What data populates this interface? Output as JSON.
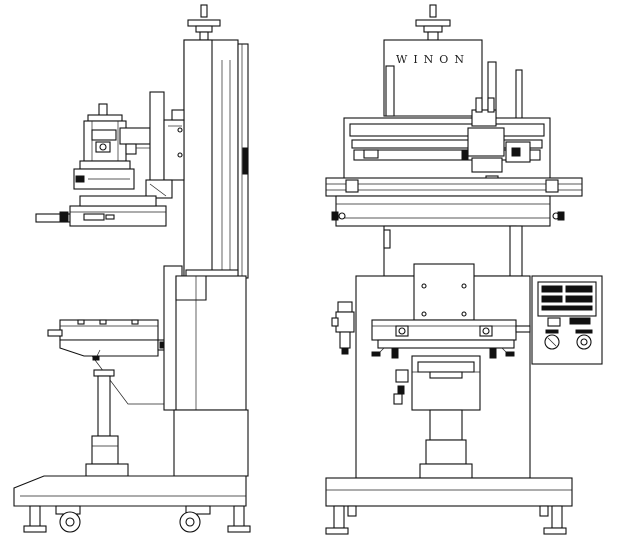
{
  "drawing": {
    "brand_mark": "WINON",
    "views": [
      "side-view",
      "front-view"
    ]
  }
}
